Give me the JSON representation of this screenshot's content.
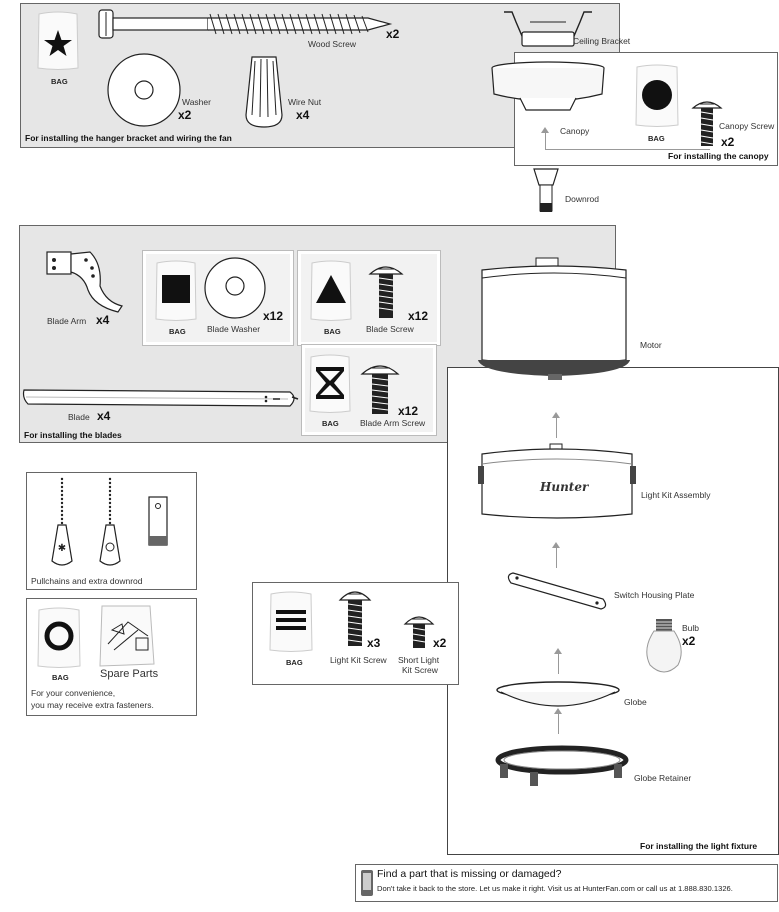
{
  "hanger_section": {
    "caption": "For installing the hanger bracket and wiring the fan",
    "wood_screw": {
      "label": "Wood Screw",
      "qty": "x2"
    },
    "bag": {
      "label": "BAG"
    },
    "washer": {
      "label": "Washer",
      "qty": "x2"
    },
    "wire_nut": {
      "label": "Wire Nut",
      "qty": "x4"
    }
  },
  "ceiling_bracket": {
    "label": "Ceiling Bracket"
  },
  "canopy_section": {
    "caption": "For installing the canopy",
    "canopy": {
      "label": "Canopy"
    },
    "bag": {
      "label": "BAG"
    },
    "canopy_screw": {
      "label": "Canopy Screw",
      "qty": "x2"
    }
  },
  "downrod": {
    "label": "Downrod"
  },
  "blades_section": {
    "caption": "For installing the blades",
    "blade_arm": {
      "label": "Blade Arm",
      "qty": "x4"
    },
    "blade_washer": {
      "label": "Blade Washer",
      "qty": "x12",
      "bag": "BAG"
    },
    "blade_screw": {
      "label": "Blade Screw",
      "qty": "x12",
      "bag": "BAG"
    },
    "blade_arm_screw": {
      "label": "Blade Arm Screw",
      "qty": "x12",
      "bag": "BAG"
    },
    "blade": {
      "label": "Blade",
      "qty": "x4"
    }
  },
  "motor": {
    "label": "Motor"
  },
  "pullchains": {
    "label": "Pullchains and extra downrod"
  },
  "spare_parts": {
    "bag": "BAG",
    "label": "Spare Parts",
    "note_line1": "For your convenience,",
    "note_line2": "you may receive extra fasteners."
  },
  "light_kit_screws": {
    "bag": "BAG",
    "light_kit_screw": {
      "label": "Light Kit Screw",
      "qty": "x3"
    },
    "short_light_kit_screw": {
      "label_line1": "Short Light",
      "label_line2": "Kit Screw",
      "qty": "x2"
    }
  },
  "light_fixture_section": {
    "caption": "For installing the light fixture",
    "light_kit_assembly": {
      "label": "Light Kit Assembly",
      "brand": "Hunter"
    },
    "switch_housing_plate": {
      "label": "Switch Housing Plate"
    },
    "bulb": {
      "label": "Bulb",
      "qty": "x2"
    },
    "globe": {
      "label": "Globe"
    },
    "globe_retainer": {
      "label": "Globe Retainer"
    }
  },
  "help_banner": {
    "title": "Find a part that is missing or damaged?",
    "text": "Don't take it back to the store. Let us make it right. Visit us at HunterFan.com or call us at 1.888.830.1326."
  }
}
